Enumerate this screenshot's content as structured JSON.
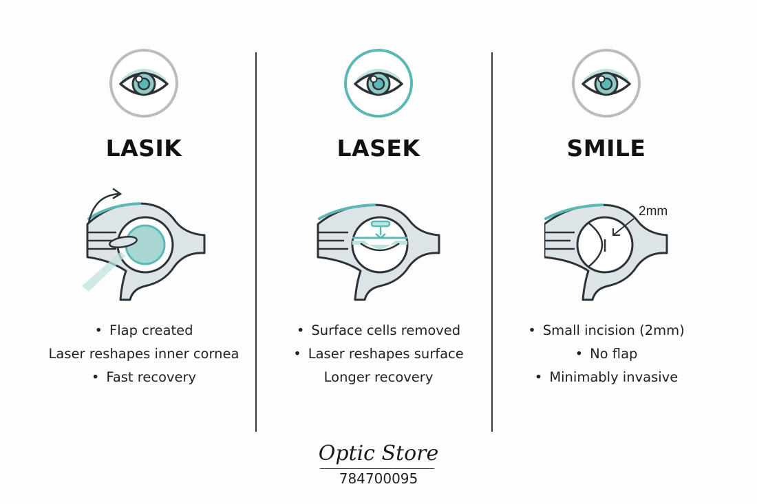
{
  "colors": {
    "teal": "#5cb8b4",
    "teal_light": "#bfe2de",
    "tissue": "#dde4e8",
    "outline": "#2c3236",
    "gray_ring": "#b9bdc2"
  },
  "procedures": [
    {
      "title": "LASIK",
      "badge_icon": "eye-icon",
      "diagram_icon": "cornea-flap-diagram",
      "bullets": [
        {
          "text": "Flap created",
          "bullet": true
        },
        {
          "text": "Laser reshapes inner cornea",
          "bullet": false
        },
        {
          "text": "Fast recovery",
          "bullet": true
        }
      ]
    },
    {
      "title": "LASEK",
      "badge_icon": "eye-icon",
      "diagram_icon": "cornea-surface-diagram",
      "bullets": [
        {
          "text": "Surface cells removed",
          "bullet": true
        },
        {
          "text": "Laser reshapes surface",
          "bullet": true
        },
        {
          "text": "Longer recovery",
          "bullet": false
        }
      ]
    },
    {
      "title": "SMILE",
      "badge_icon": "eye-icon",
      "diagram_icon": "cornea-incision-diagram",
      "annotation": "2mm",
      "bullets": [
        {
          "text": "Small incision (2mm)",
          "bullet": true
        },
        {
          "text": "No flap",
          "bullet": true
        },
        {
          "text": "Minimably invasive",
          "bullet": true
        }
      ]
    }
  ],
  "footer": {
    "brand": "Optic Store",
    "phone": "784700095"
  }
}
